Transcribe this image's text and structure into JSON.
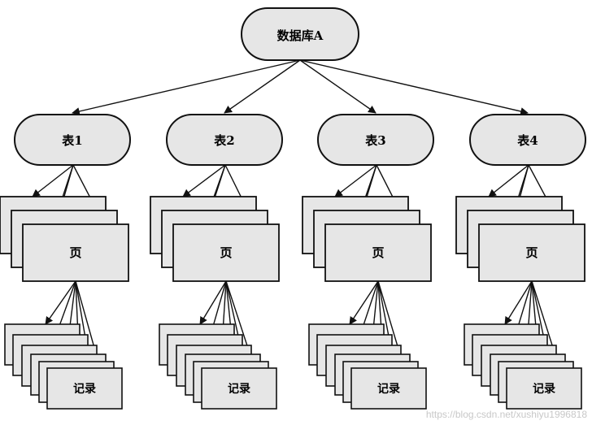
{
  "diagram": {
    "root_label": "数据库A",
    "table_labels": [
      "表1",
      "表2",
      "表3",
      "表4"
    ],
    "page_label": "页",
    "record_label": "记录"
  },
  "watermark": "https://blog.csdn.net/xushiyu1996818",
  "colors": {
    "fill": "#e6e6e6",
    "stroke": "#111111",
    "watermark": "#c8c8c8"
  }
}
